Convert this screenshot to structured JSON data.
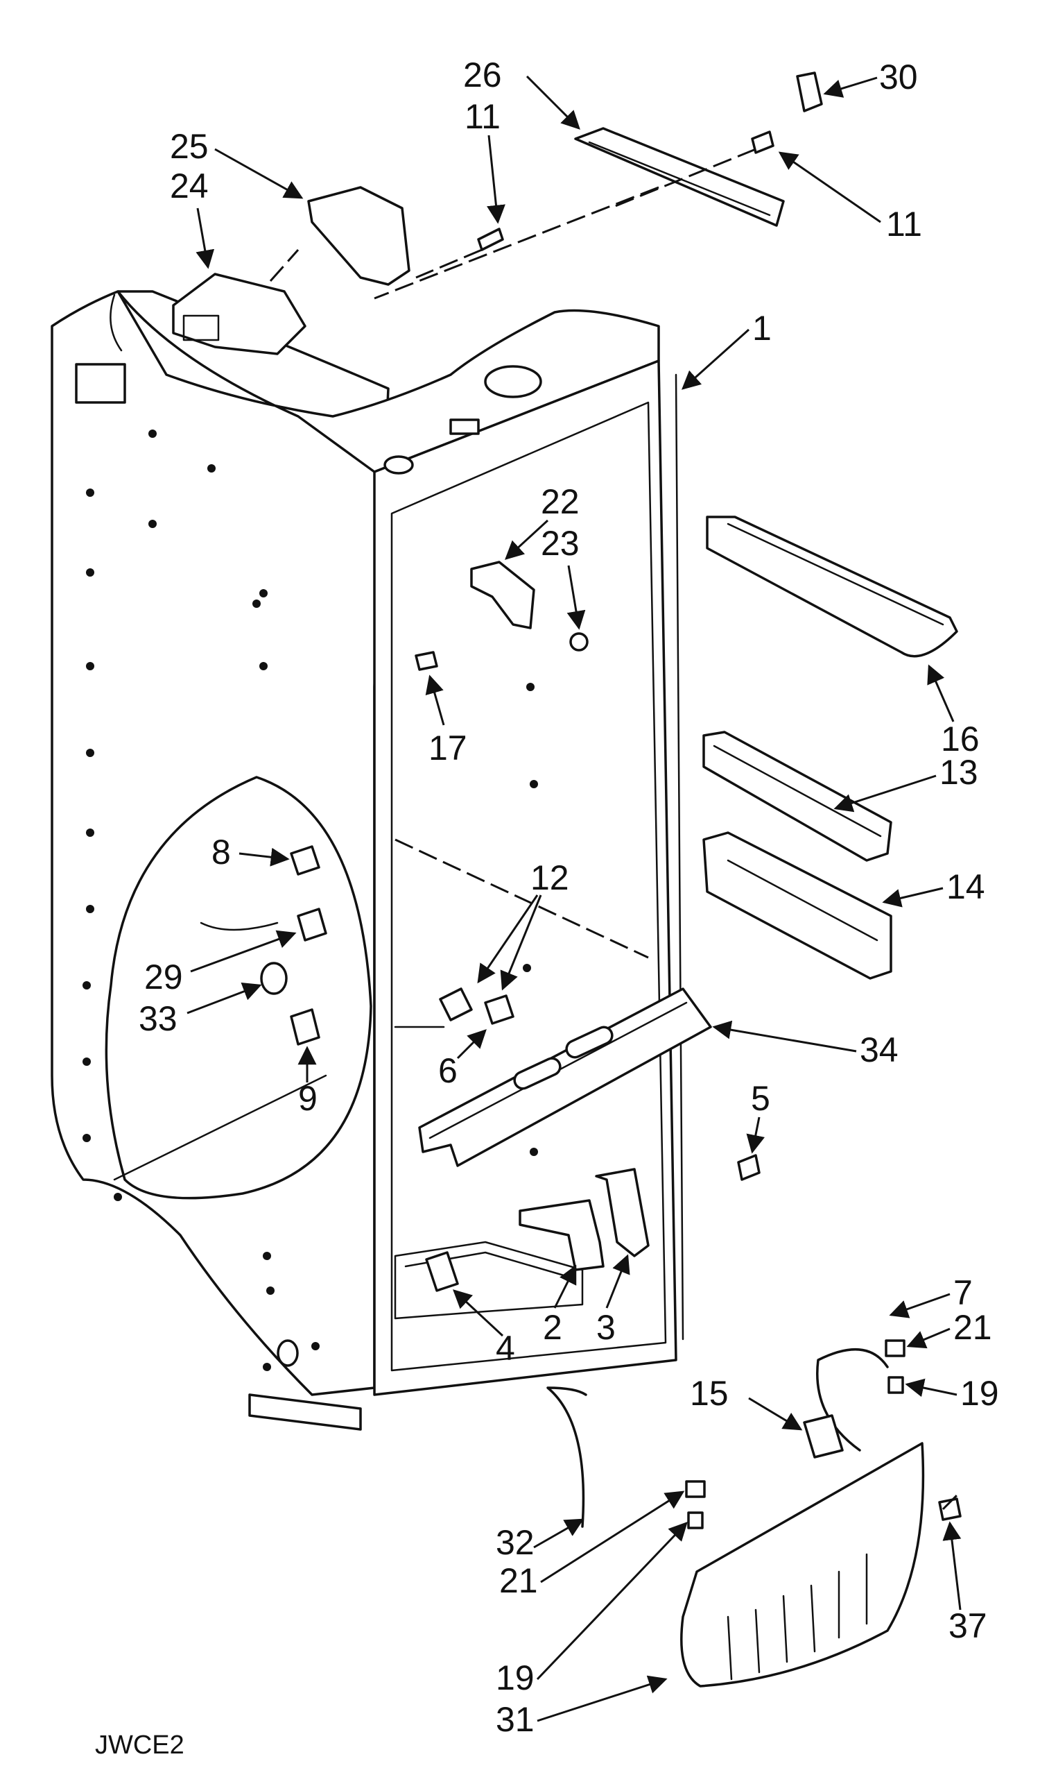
{
  "diagram_code": "JWCE2",
  "callouts": [
    "26",
    "30",
    "11",
    "11",
    "25",
    "24",
    "1",
    "22",
    "23",
    "16",
    "17",
    "13",
    "8",
    "12",
    "14",
    "29",
    "33",
    "6",
    "34",
    "9",
    "5",
    "2",
    "3",
    "4",
    "7",
    "21",
    "15",
    "19",
    "32",
    "21",
    "37",
    "19",
    "31"
  ]
}
